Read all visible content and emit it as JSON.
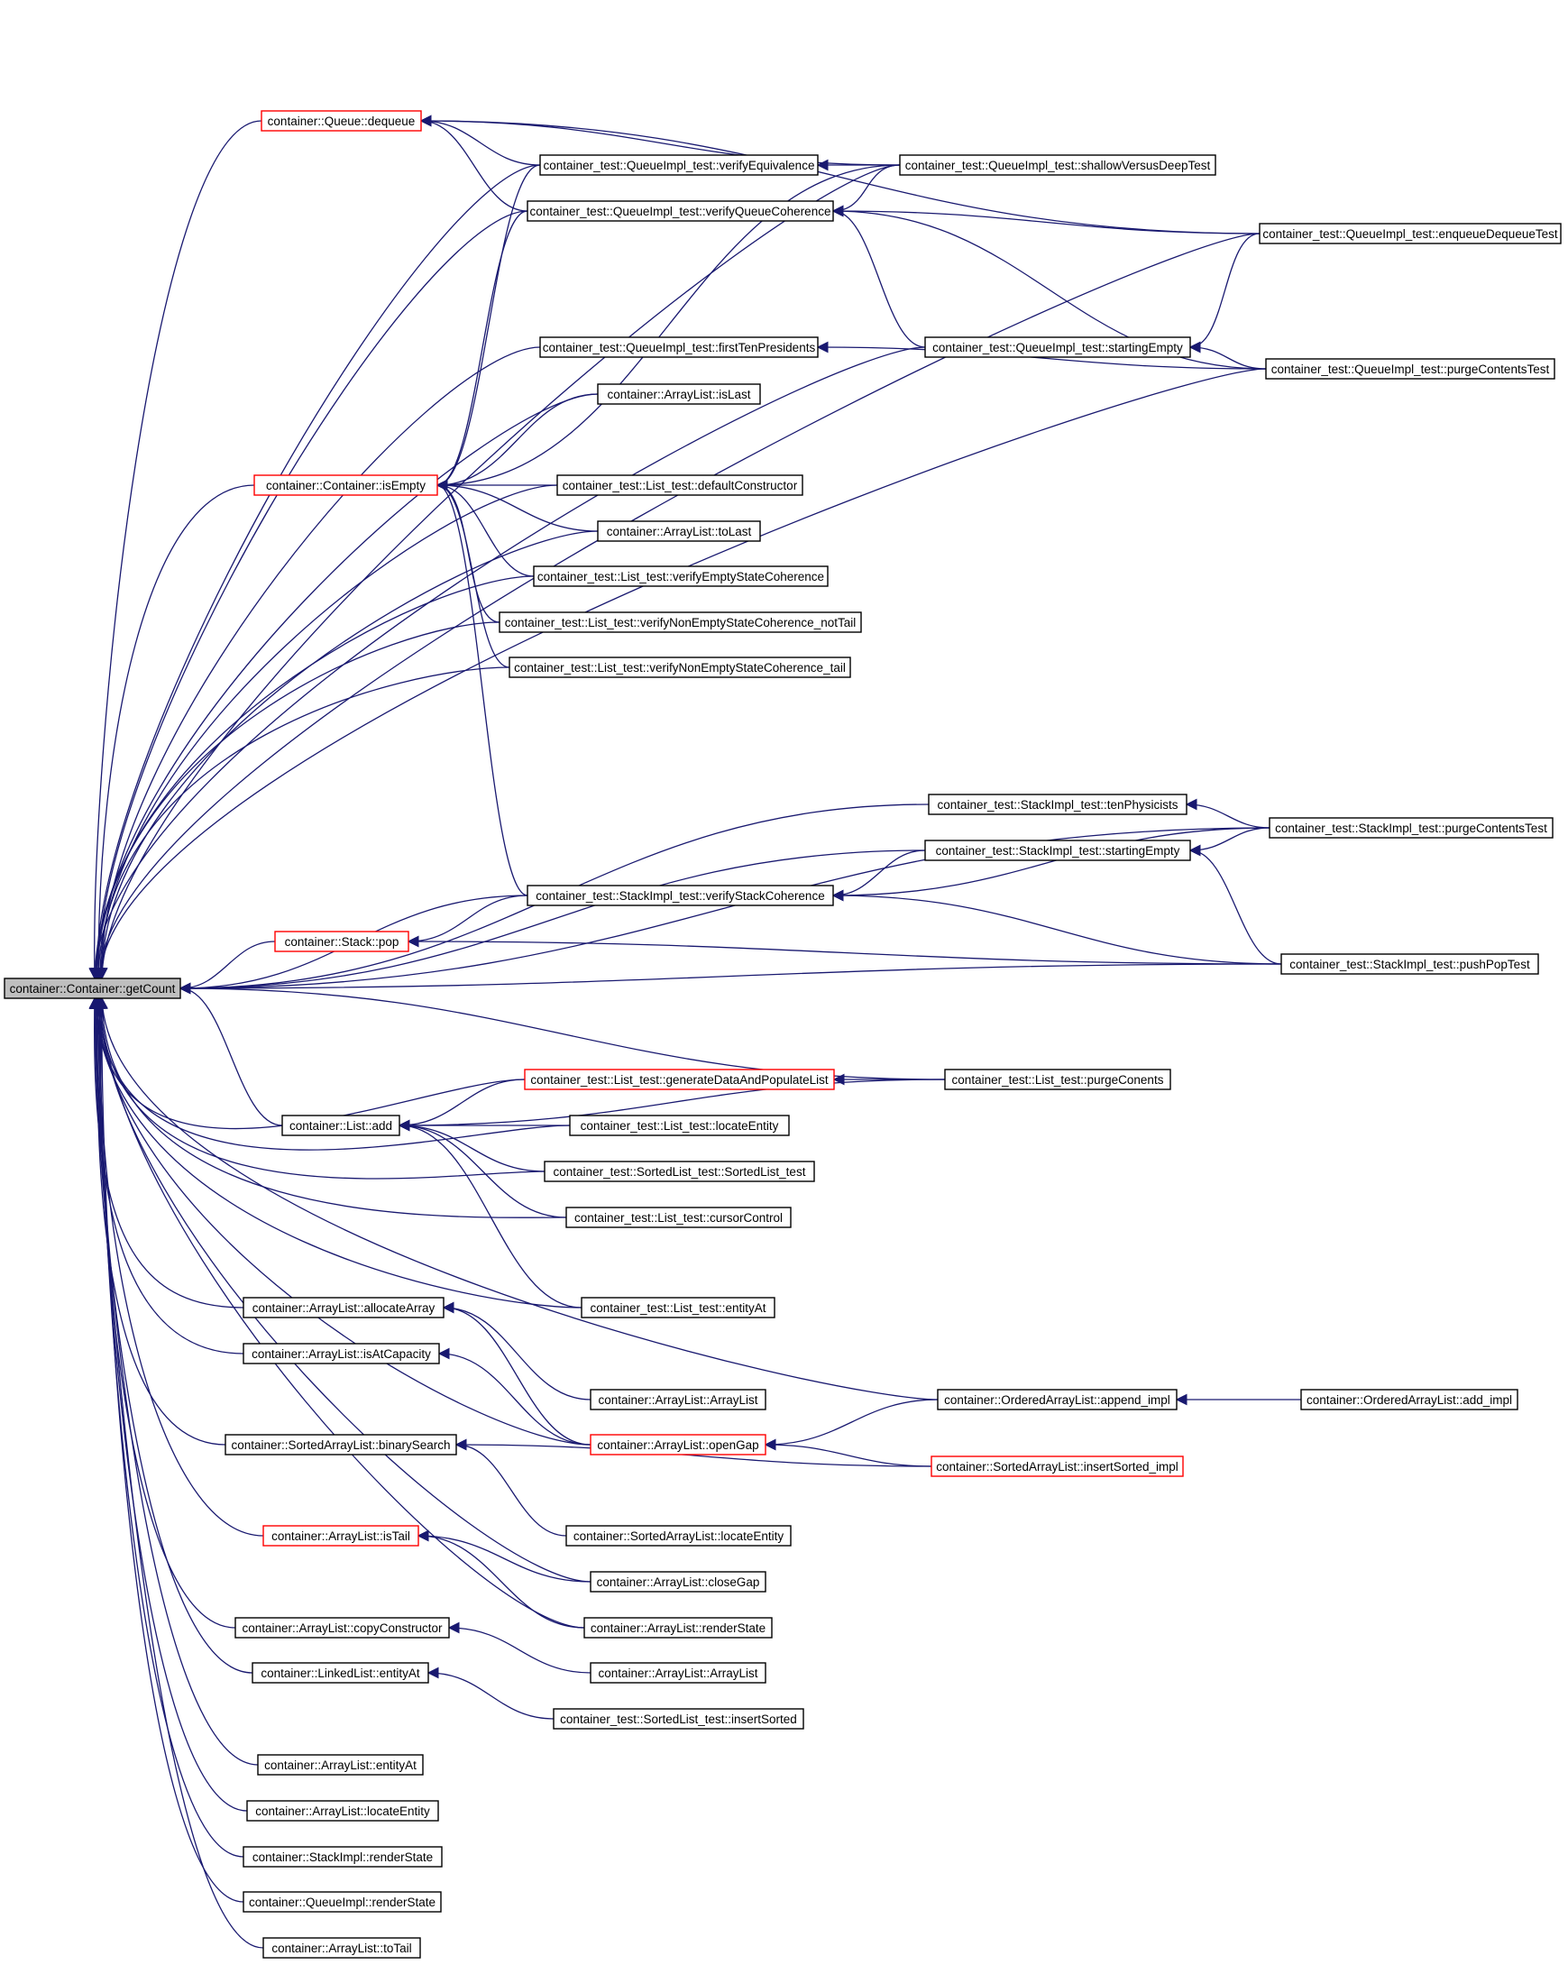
{
  "colors": {
    "edge": "#191970",
    "node_border": "#000000",
    "node_border_incomplete": "#ff0000",
    "focus_fill": "#bfbfbf",
    "node_fill": "#ffffff"
  },
  "nodes": [
    {
      "id": "getCount",
      "label": "container::Container::getCount",
      "focus": true
    },
    {
      "id": "dequeue",
      "label": "container::Queue::dequeue",
      "red": true
    },
    {
      "id": "isEmpty",
      "label": "container::Container::isEmpty",
      "red": true
    },
    {
      "id": "pop",
      "label": "container::Stack::pop",
      "red": true
    },
    {
      "id": "listAdd",
      "label": "container::List::add"
    },
    {
      "id": "allocateArray",
      "label": "container::ArrayList::allocateArray"
    },
    {
      "id": "isAtCapacity",
      "label": "container::ArrayList::isAtCapacity"
    },
    {
      "id": "binarySearch",
      "label": "container::SortedArrayList::binarySearch"
    },
    {
      "id": "isTail",
      "label": "container::ArrayList::isTail",
      "red": true
    },
    {
      "id": "copyConstructor",
      "label": "container::ArrayList::copyConstructor"
    },
    {
      "id": "llEntityAt",
      "label": "container::LinkedList::entityAt"
    },
    {
      "id": "alEntityAt",
      "label": "container::ArrayList::entityAt"
    },
    {
      "id": "alLocateEntity",
      "label": "container::ArrayList::locateEntity"
    },
    {
      "id": "stackRender",
      "label": "container::StackImpl::renderState"
    },
    {
      "id": "queueRender",
      "label": "container::QueueImpl::renderState"
    },
    {
      "id": "toTail",
      "label": "container::ArrayList::toTail"
    },
    {
      "id": "verifyEquivalence",
      "label": "container_test::QueueImpl_test::verifyEquivalence"
    },
    {
      "id": "verifyQueueCoherence",
      "label": "container_test::QueueImpl_test::verifyQueueCoherence"
    },
    {
      "id": "firstTenPresidents",
      "label": "container_test::QueueImpl_test::firstTenPresidents"
    },
    {
      "id": "isLast",
      "label": "container::ArrayList::isLast"
    },
    {
      "id": "defaultConstructor",
      "label": "container_test::List_test::defaultConstructor"
    },
    {
      "id": "toLast",
      "label": "container::ArrayList::toLast"
    },
    {
      "id": "verifyEmptyState",
      "label": "container_test::List_test::verifyEmptyStateCoherence"
    },
    {
      "id": "verifyNonEmptyNotTail",
      "label": "container_test::List_test::verifyNonEmptyStateCoherence_notTail"
    },
    {
      "id": "verifyNonEmptyTail",
      "label": "container_test::List_test::verifyNonEmptyStateCoherence_tail"
    },
    {
      "id": "verifyStackCoherence",
      "label": "container_test::StackImpl_test::verifyStackCoherence"
    },
    {
      "id": "generateData",
      "label": "container_test::List_test::generateDataAndPopulateList",
      "red": true
    },
    {
      "id": "listLocateEntity",
      "label": "container_test::List_test::locateEntity"
    },
    {
      "id": "sortedListTest",
      "label": "container_test::SortedList_test::SortedList_test"
    },
    {
      "id": "cursorControl",
      "label": "container_test::List_test::cursorControl"
    },
    {
      "id": "listEntityAt",
      "label": "container_test::List_test::entityAt"
    },
    {
      "id": "arrayListCtor1",
      "label": "container::ArrayList::ArrayList"
    },
    {
      "id": "openGap",
      "label": "container::ArrayList::openGap",
      "red": true
    },
    {
      "id": "salLocateEntity",
      "label": "container::SortedArrayList::locateEntity"
    },
    {
      "id": "closeGap",
      "label": "container::ArrayList::closeGap"
    },
    {
      "id": "alRenderState",
      "label": "container::ArrayList::renderState"
    },
    {
      "id": "arrayListCtor2",
      "label": "container::ArrayList::ArrayList"
    },
    {
      "id": "insertSorted",
      "label": "container_test::SortedList_test::insertSorted"
    },
    {
      "id": "shallowVsDeep",
      "label": "container_test::QueueImpl_test::shallowVersusDeepTest"
    },
    {
      "id": "qStartingEmpty",
      "label": "container_test::QueueImpl_test::startingEmpty"
    },
    {
      "id": "tenPhysicists",
      "label": "container_test::StackImpl_test::tenPhysicists"
    },
    {
      "id": "sStartingEmpty",
      "label": "container_test::StackImpl_test::startingEmpty"
    },
    {
      "id": "purgeConents",
      "label": "container_test::List_test::purgeConents"
    },
    {
      "id": "appendImpl",
      "label": "container::OrderedArrayList::append_impl"
    },
    {
      "id": "insertSortedImpl",
      "label": "container::SortedArrayList::insertSorted_impl",
      "red": true
    },
    {
      "id": "enqueueDequeue",
      "label": "container_test::QueueImpl_test::enqueueDequeueTest"
    },
    {
      "id": "qPurgeContents",
      "label": "container_test::QueueImpl_test::purgeContentsTest"
    },
    {
      "id": "sPurgeContents",
      "label": "container_test::StackImpl_test::purgeContentsTest"
    },
    {
      "id": "pushPopTest",
      "label": "container_test::StackImpl_test::pushPopTest"
    },
    {
      "id": "addImpl",
      "label": "container::OrderedArrayList::add_impl"
    }
  ]
}
